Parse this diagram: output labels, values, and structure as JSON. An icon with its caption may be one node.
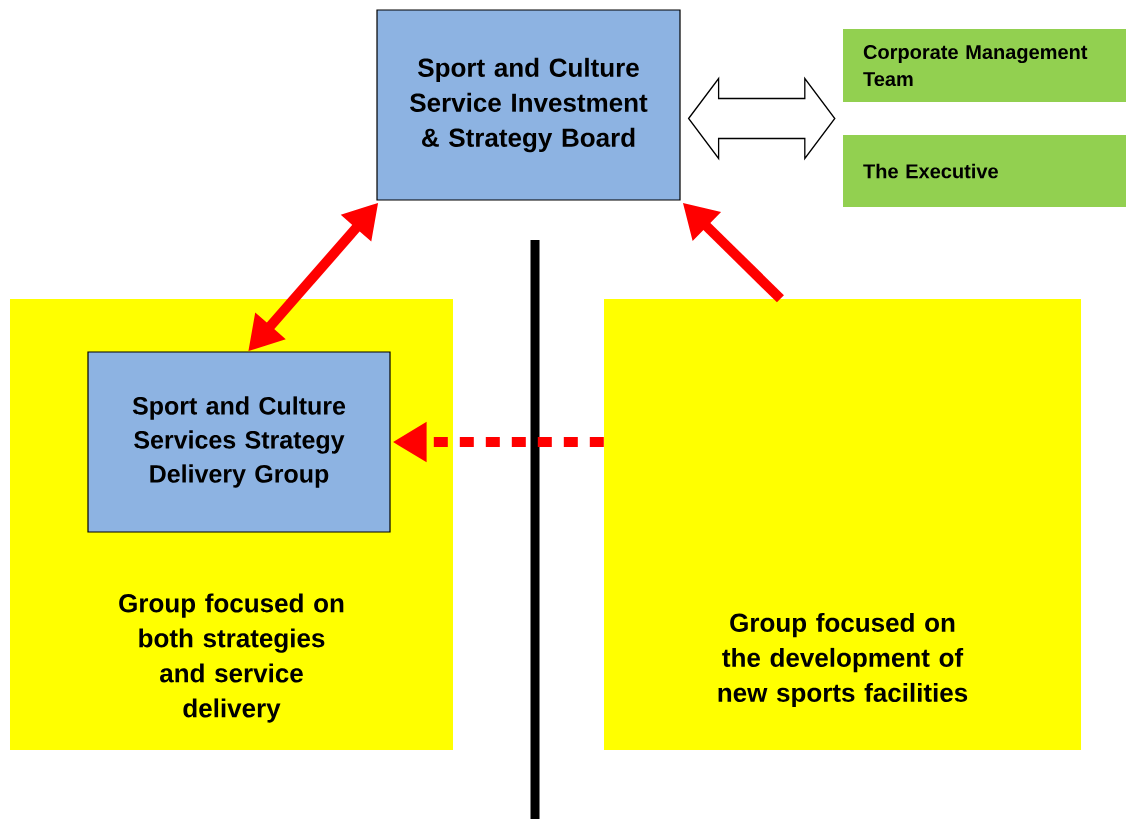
{
  "diagram": {
    "nodes": [
      {
        "text": [
          "Sport and Culture Service Investment & Strategy Board"
        ]
      },
      {
        "text": [
          "Corporate Management Team"
        ]
      },
      {
        "text": [
          "The Executive"
        ]
      },
      {
        "text": [
          "Group focused on both strategies and service delivery"
        ]
      },
      {
        "text": [
          "Sport and Culture Services Strategy Delivery Group"
        ],
        "in": 3
      },
      {
        "text": [
          "Group focused on the development of new sports facilities"
        ]
      }
    ],
    "edges": [
      {
        "from": 0,
        "to": 4,
        "arrow": "both"
      },
      {
        "from": 5,
        "to": 0,
        "arrow": "to"
      },
      {
        "from": 5,
        "to": 4,
        "arrow": "to",
        "style": "dashed"
      },
      {
        "from": 0,
        "to": 1,
        "arrow": "both"
      },
      {
        "from": 0,
        "to": 2,
        "arrow": "both"
      }
    ]
  }
}
